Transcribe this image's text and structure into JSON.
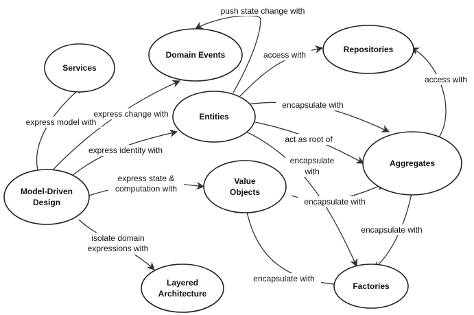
{
  "nodes": {
    "services": "Services",
    "domain_events": "Domain Events",
    "repositories": "Repositories",
    "entities": "Entities",
    "aggregates": "Aggregates",
    "model_driven_design": [
      "Model-Driven",
      "Design"
    ],
    "value_objects": [
      "Value",
      "Objects"
    ],
    "layered_architecture": [
      "Layered",
      "Architecture"
    ],
    "factories": "Factories"
  },
  "edges": {
    "push_state_change": "push state change with",
    "access_with_repos": "access with",
    "access_with_aggs": "access with",
    "express_model": "express model with",
    "express_change": "express change with",
    "encapsulate_entities_aggs": "encapsulate with",
    "act_as_root": "act as root of",
    "express_identity": "express identity with",
    "encapsulate_entities_factories": [
      "encapsulate",
      "with"
    ],
    "express_state": [
      "express state &",
      "computation with"
    ],
    "encapsulate_values_aggs": "encapsulate with",
    "encapsulate_aggs_factories": "encapsulate with",
    "isolate_domain": [
      "isolate domain",
      "expressions with"
    ],
    "encapsulate_values_factories": "encapsulate with"
  }
}
